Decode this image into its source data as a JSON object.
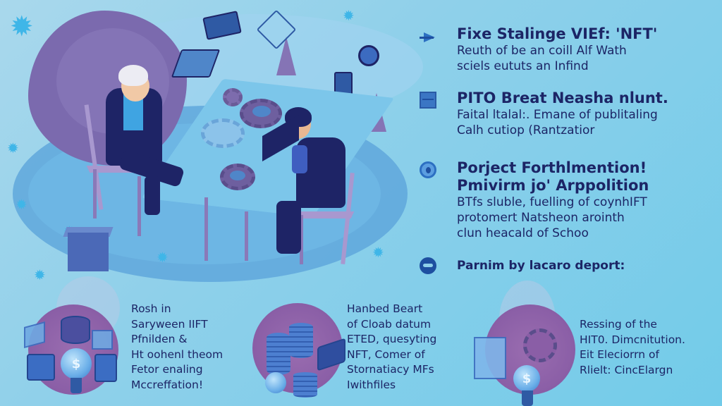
{
  "illustration": {
    "description": "Isometric scene: elderly person and younger person at a table with laptop, gears, and floating icons",
    "colors": {
      "background": "#8fd0ea",
      "floor": "#5fa7dc",
      "foliage": "#7b6aae",
      "navy": "#1e2466",
      "accent_blue": "#3fb6e8"
    }
  },
  "bullets": [
    {
      "icon": "send-arrow-icon",
      "title": "Fixe Stalinge VIEf: 'NFT'",
      "lines": [
        "Reuth of be an coill Alf Wath",
        "sciels eututs an Infind"
      ]
    },
    {
      "icon": "disk-icon",
      "title": "PITO Breat Neasha nlunt.",
      "lines": [
        "Faital ltalal:. Emane of publitaling",
        "Calh cutiop (Rantzatior"
      ]
    },
    {
      "icon": "circle-badge-icon",
      "title": "Porject Forthlmention!",
      "subtitle": "Pmivirm jo' Arppolition",
      "lines": [
        "BTfs sluble, fuelling of coynhIFT",
        "protomert Natsheon arointh",
        "clun heacald of Schoo"
      ]
    },
    {
      "icon": "swap-circle-icon",
      "title": "",
      "lines": [
        "Parnim by lacaro deport:"
      ]
    }
  ],
  "cards": [
    {
      "icon": "lightbulb-dollar-icon",
      "lines": [
        "Rosh in",
        "Saryween IIFT",
        "Pfnilden &",
        "Ht oohenl theom",
        "Fetor enaling",
        "Mccreffation!"
      ]
    },
    {
      "icon": "coin-stack-icon",
      "lines": [
        "Hanbed Beart",
        "of Cloab datum",
        "ETED, quesyting",
        "NFT, Comer of",
        "Stornatiacy MFs",
        "Iwithfiles"
      ]
    },
    {
      "icon": "lightbulb-calendar-icon",
      "lines": [
        "Ressing of the",
        "HIT0. Dimcnitution.",
        "Eit  Eleciorrn of",
        "Rlielt: CincElargn"
      ]
    }
  ]
}
